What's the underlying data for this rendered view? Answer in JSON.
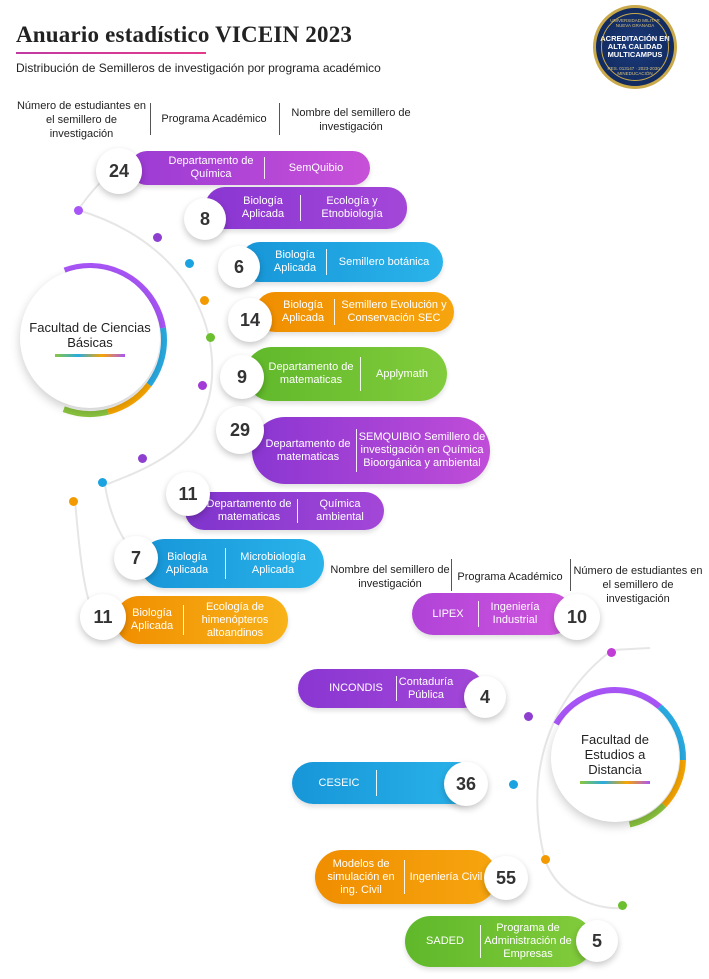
{
  "title": "Anuario estadístico VICEIN 2023",
  "subtitle": "Distribución de Semilleros de investigación por programa académico",
  "seal": {
    "top": "UNIVERSIDAD MILITAR NUEVA GRANADA",
    "main": "ACREDITACIÓN EN ALTA CALIDAD MULTICAMPUS",
    "bottom": "RES. 013147 · 2023-2030 · MINEDUCACIÓN"
  },
  "headers_left": {
    "students": "Número de estudiantes en el semillero de investigación",
    "program": "Programa Académico",
    "name": "Nombre del semillero de investigación"
  },
  "headers_right": {
    "name": "Nombre del semillero de investigación",
    "program": "Programa Académico",
    "students": "Número de estudiantes en el semillero de investigación"
  },
  "faculty_left": "Facultad de Ciencias Básicas",
  "faculty_right": "Facultad de Estudios a Distancia",
  "colors": {
    "purple": "#a23bd6",
    "blue": "#1aa3e0",
    "orange": "#f39a00",
    "green": "#6cc030"
  },
  "left_items": [
    {
      "students": "24",
      "program": "Departamento de Química",
      "name": "SemQuibio",
      "color": "purple"
    },
    {
      "students": "8",
      "program": "Biología Aplicada",
      "name": "Ecología y Etnobiología",
      "color": "purple"
    },
    {
      "students": "6",
      "program": "Biología Aplicada",
      "name": "Semillero botánica",
      "color": "blue"
    },
    {
      "students": "14",
      "program": "Biología Aplicada",
      "name": "Semillero Evolución y Conservación SEC",
      "color": "orange"
    },
    {
      "students": "9",
      "program": "Departamento de matematicas",
      "name": "Applymath",
      "color": "green"
    },
    {
      "students": "29",
      "program": "Departamento de matematicas",
      "name": "SEMQUIBIO Semillero de investigación en Química Bioorgánica y ambiental",
      "color": "purple"
    },
    {
      "students": "11",
      "program": "Departamento de matematicas",
      "name": "Química ambiental",
      "color": "purple"
    },
    {
      "students": "7",
      "program": "Biología Aplicada",
      "name": "Microbiología Aplicada",
      "color": "blue"
    },
    {
      "students": "11",
      "program": "Biología Aplicada",
      "name": "Ecología de himenópteros altoandinos",
      "color": "orange"
    }
  ],
  "right_items": [
    {
      "students": "10",
      "program": "Ingeniería Industrial",
      "name": "LIPEX",
      "color": "purple"
    },
    {
      "students": "4",
      "program": "Contaduría Pública",
      "name": "INCONDIS",
      "color": "purple"
    },
    {
      "students": "36",
      "program": "",
      "name": "CESEIC",
      "color": "blue"
    },
    {
      "students": "55",
      "program": "Ingeniería Civil",
      "name": "Modelos de simulación en ing. Civil",
      "color": "orange"
    },
    {
      "students": "5",
      "program": "Programa de Administración de Empresas",
      "name": "SADED",
      "color": "green"
    }
  ]
}
